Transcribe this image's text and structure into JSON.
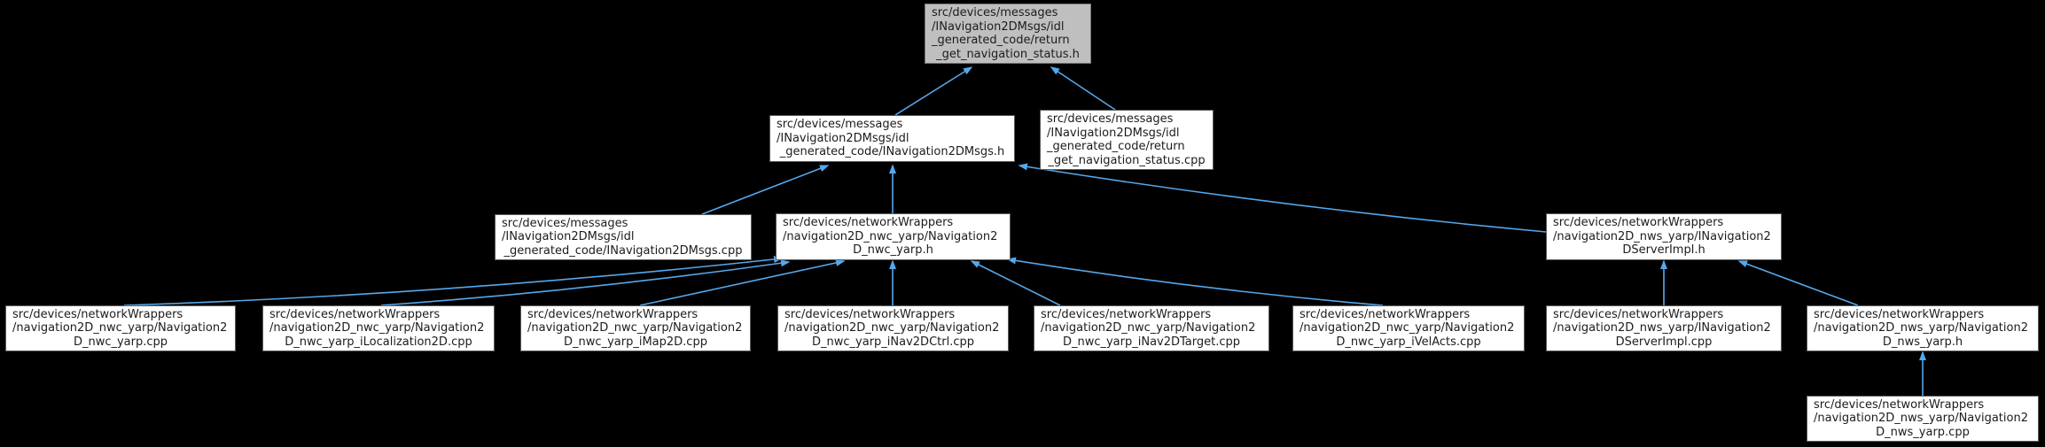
{
  "graph": {
    "title": "Doxygen include dependency graph for return_get_navigation_status.h",
    "colors": {
      "background": "#000000",
      "edge": "#55a8ec",
      "node_fill": "#ffffff",
      "node_border": "#5a5a5a",
      "current_node_fill": "#bfbfbf",
      "text": "#1c1c1c"
    },
    "nodes": [
      {
        "id": "ret_h",
        "current": true,
        "lines": [
          "src/devices/messages",
          "/INavigation2DMsgs/idl",
          "_generated_code/return",
          "_get_navigation_status.h"
        ]
      },
      {
        "id": "msgs_h",
        "current": false,
        "lines": [
          "src/devices/messages",
          "/INavigation2DMsgs/idl",
          "_generated_code/INavigation2DMsgs.h"
        ]
      },
      {
        "id": "ret_cpp",
        "current": false,
        "lines": [
          "src/devices/messages",
          "/INavigation2DMsgs/idl",
          "_generated_code/return",
          "_get_navigation_status.cpp"
        ]
      },
      {
        "id": "msgs_cpp",
        "current": false,
        "lines": [
          "src/devices/messages",
          "/INavigation2DMsgs/idl",
          "_generated_code/INavigation2DMsgs.cpp"
        ]
      },
      {
        "id": "nwc_h",
        "current": false,
        "lines": [
          "src/devices/networkWrappers",
          "/navigation2D_nwc_yarp/Navigation2",
          "D_nwc_yarp.h"
        ]
      },
      {
        "id": "srv_h",
        "current": false,
        "lines": [
          "src/devices/networkWrappers",
          "/navigation2D_nws_yarp/INavigation2",
          "DServerImpl.h"
        ]
      },
      {
        "id": "nwc_cpp",
        "current": false,
        "lines": [
          "src/devices/networkWrappers",
          "/navigation2D_nwc_yarp/Navigation2",
          "D_nwc_yarp.cpp"
        ]
      },
      {
        "id": "iloc",
        "current": false,
        "lines": [
          "src/devices/networkWrappers",
          "/navigation2D_nwc_yarp/Navigation2",
          "D_nwc_yarp_iLocalization2D.cpp"
        ]
      },
      {
        "id": "imap",
        "current": false,
        "lines": [
          "src/devices/networkWrappers",
          "/navigation2D_nwc_yarp/Navigation2",
          "D_nwc_yarp_iMap2D.cpp"
        ]
      },
      {
        "id": "ictrl",
        "current": false,
        "lines": [
          "src/devices/networkWrappers",
          "/navigation2D_nwc_yarp/Navigation2",
          "D_nwc_yarp_iNav2DCtrl.cpp"
        ]
      },
      {
        "id": "itgt",
        "current": false,
        "lines": [
          "src/devices/networkWrappers",
          "/navigation2D_nwc_yarp/Navigation2",
          "D_nwc_yarp_iNav2DTarget.cpp"
        ]
      },
      {
        "id": "ivel",
        "current": false,
        "lines": [
          "src/devices/networkWrappers",
          "/navigation2D_nwc_yarp/Navigation2",
          "D_nwc_yarp_iVelActs.cpp"
        ]
      },
      {
        "id": "srv_cpp",
        "current": false,
        "lines": [
          "src/devices/networkWrappers",
          "/navigation2D_nws_yarp/INavigation2",
          "DServerImpl.cpp"
        ]
      },
      {
        "id": "nws_h",
        "current": false,
        "lines": [
          "src/devices/networkWrappers",
          "/navigation2D_nws_yarp/Navigation2",
          "D_nws_yarp.h"
        ]
      },
      {
        "id": "nws_cpp",
        "current": false,
        "lines": [
          "src/devices/networkWrappers",
          "/navigation2D_nws_yarp/Navigation2",
          "D_nws_yarp.cpp"
        ]
      }
    ],
    "edges": [
      {
        "from": "msgs_h",
        "to": "ret_h"
      },
      {
        "from": "ret_cpp",
        "to": "ret_h"
      },
      {
        "from": "msgs_cpp",
        "to": "msgs_h"
      },
      {
        "from": "nwc_h",
        "to": "msgs_h"
      },
      {
        "from": "srv_h",
        "to": "msgs_h"
      },
      {
        "from": "nwc_cpp",
        "to": "nwc_h"
      },
      {
        "from": "iloc",
        "to": "nwc_h"
      },
      {
        "from": "imap",
        "to": "nwc_h"
      },
      {
        "from": "ictrl",
        "to": "nwc_h"
      },
      {
        "from": "itgt",
        "to": "nwc_h"
      },
      {
        "from": "ivel",
        "to": "nwc_h"
      },
      {
        "from": "srv_cpp",
        "to": "srv_h"
      },
      {
        "from": "nws_h",
        "to": "srv_h"
      },
      {
        "from": "nws_cpp",
        "to": "nws_h"
      }
    ]
  }
}
